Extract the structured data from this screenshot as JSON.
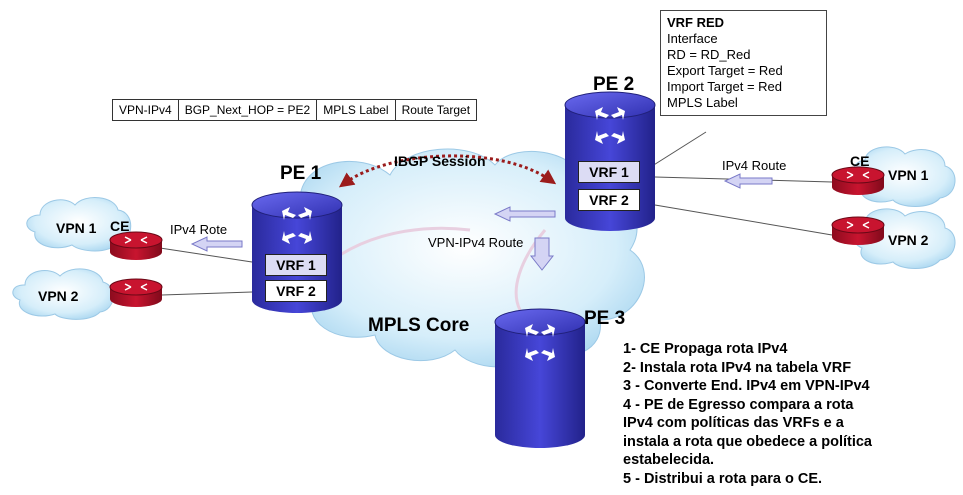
{
  "header_fields": [
    "VPN-IPv4",
    "BGP_Next_HOP = PE2",
    "MPLS Label",
    "Route Target"
  ],
  "vrf_red_box": {
    "title": "VRF RED",
    "lines": [
      "Interface",
      "RD = RD_Red",
      "Export Target = Red",
      "Import Target = Red",
      "MPLS Label"
    ]
  },
  "routers": {
    "pe1": {
      "label": "PE 1",
      "vrf1": "VRF 1",
      "vrf2": "VRF 2"
    },
    "pe2": {
      "label": "PE 2",
      "vrf1": "VRF 1",
      "vrf2": "VRF 2"
    },
    "pe3": {
      "label": "PE 3"
    }
  },
  "session_label": "IBGP Session",
  "core_label": "MPLS Core",
  "route_labels": {
    "right_ipv4": "IPv4 Route",
    "left_ipv4": "IPv4 Rote",
    "vpn_ipv4": "VPN-IPv4 Route"
  },
  "ce_labels": {
    "left": "CE",
    "right": "CE"
  },
  "vpn_clouds": {
    "left_top": "VPN 1",
    "left_bottom": "VPN 2",
    "right_top": "VPN 1",
    "right_bottom": "VPN 2"
  },
  "steps": [
    "1- CE Propaga rota IPv4",
    "2- Instala rota IPv4 na tabela VRF",
    "3 - Converte End. IPv4 em VPN-IPv4",
    "4 - PE de Egresso compara a rota",
    "IPv4 com políticas das VRFs e a",
    "instala a rota que obedece a política",
    "estabelecida.",
    "5 - Distribui a rota para o CE."
  ],
  "colors": {
    "cloud_fill": "#cfe9f7",
    "router_blue": "#3b3bbf",
    "ce_red": "#b0102a",
    "session_arrow": "#9b1c1c",
    "route_arrow": "#b8b8ea"
  }
}
